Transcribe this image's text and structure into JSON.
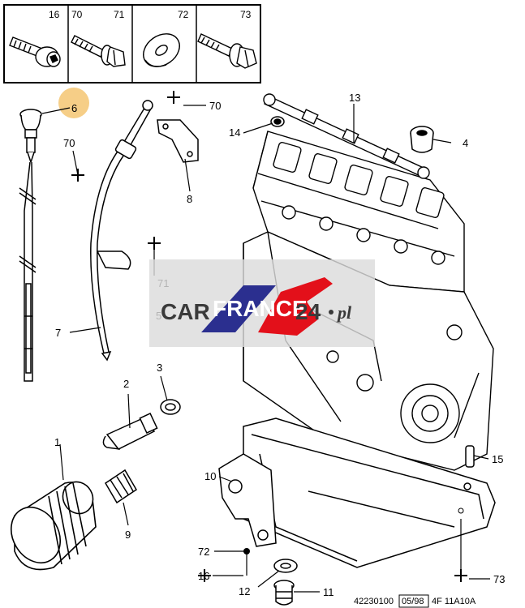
{
  "legend": {
    "cells": [
      {
        "number": "16",
        "icon": "socket-head-bolt-icon"
      },
      {
        "number": "70",
        "icon": "hex-flange-bolt-icon"
      },
      {
        "number": "71",
        "icon": "hex-flange-bolt-icon"
      },
      {
        "number": "72",
        "icon": "flat-washer-icon"
      },
      {
        "number": "73",
        "icon": "flange-bolt-icon"
      }
    ]
  },
  "callouts": [
    {
      "id": "c1",
      "label": "1"
    },
    {
      "id": "c2",
      "label": "2"
    },
    {
      "id": "c3",
      "label": "3"
    },
    {
      "id": "c4",
      "label": "4"
    },
    {
      "id": "c5",
      "label": "5"
    },
    {
      "id": "c6",
      "label": "6"
    },
    {
      "id": "c7",
      "label": "7"
    },
    {
      "id": "c8",
      "label": "8"
    },
    {
      "id": "c9",
      "label": "9"
    },
    {
      "id": "c10",
      "label": "10"
    },
    {
      "id": "c11",
      "label": "11"
    },
    {
      "id": "c12",
      "label": "12"
    },
    {
      "id": "c13",
      "label": "13"
    },
    {
      "id": "c14",
      "label": "14"
    },
    {
      "id": "c15",
      "label": "15"
    },
    {
      "id": "c16",
      "label": "16"
    },
    {
      "id": "c70a",
      "label": "70"
    },
    {
      "id": "c70b",
      "label": "70"
    },
    {
      "id": "c71",
      "label": "71"
    },
    {
      "id": "c72",
      "label": "72"
    },
    {
      "id": "c73",
      "label": "73"
    }
  ],
  "reference": {
    "code": "42230100",
    "date": "05/98",
    "section": "4F 11A10A"
  },
  "watermark": {
    "part1": "CAR",
    "part2": "FRANCE",
    "part3": "24",
    "part4": "pl",
    "colors": {
      "blue": "#2b2f8f",
      "red": "#e3101a",
      "panel": "#dcdcdc"
    }
  },
  "highlight_color": "#f5c97a"
}
